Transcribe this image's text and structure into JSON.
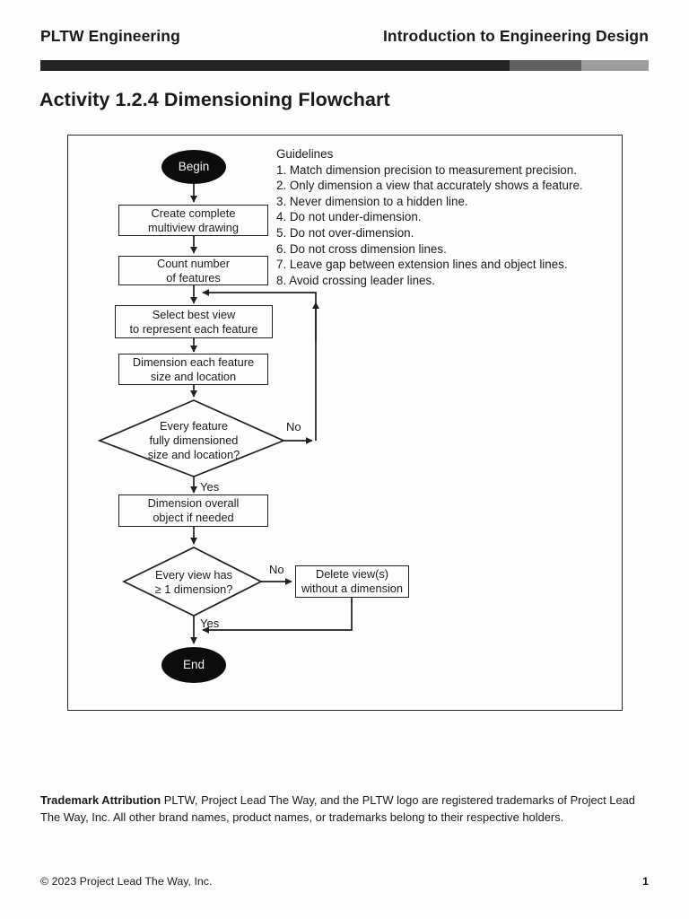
{
  "header": {
    "left": "PLTW Engineering",
    "right": "Introduction to Engineering Design"
  },
  "page": {
    "title": "Activity 1.2.4 Dimensioning Flowchart",
    "page_number": "1"
  },
  "guidelines": {
    "title": "Guidelines",
    "items": [
      "1. Match dimension precision to measurement precision.",
      "2. Only dimension a view that accurately shows a feature.",
      "3. Never dimension to a hidden line.",
      "4. Do not under-dimension.",
      "5. Do not over-dimension.",
      "6. Do not cross dimension lines.",
      "7. Leave gap between extension lines and object lines.",
      "8. Avoid crossing leader lines."
    ]
  },
  "flowchart": {
    "begin": "Begin",
    "end": "End",
    "boxes": {
      "create": "Create complete\nmultiview drawing",
      "count": "Count number\nof features",
      "select": "Select best view\nto represent each feature",
      "dimension_each": "Dimension each feature\nsize and location",
      "dimension_overall": "Dimension overall\nobject if needed",
      "delete_views": "Delete view(s)\nwithout a dimension"
    },
    "decisions": {
      "d1": "Every feature\nfully dimensioned\nsize and location?",
      "d2": "Every view has\n≥ 1 dimension?"
    },
    "labels": {
      "d1_no": "No",
      "d1_yes": "Yes",
      "d2_no": "No",
      "d2_yes": "Yes"
    }
  },
  "trademark": {
    "label": "Trademark Attribution",
    "text": "  PLTW, Project Lead The Way, and the PLTW logo are registered trademarks of Project Lead The Way, Inc. All other brand names, product names, or trademarks belong to their respective holders."
  },
  "footer": {
    "copyright": "© 2023 Project Lead The Way, Inc."
  },
  "colors": {
    "bar_black": "#252525",
    "bar_gray": "#606060",
    "bar_light_gray": "#9d9d9d",
    "terminal_fill": "#0c0c0c",
    "line_color": "#1f1f1f"
  }
}
